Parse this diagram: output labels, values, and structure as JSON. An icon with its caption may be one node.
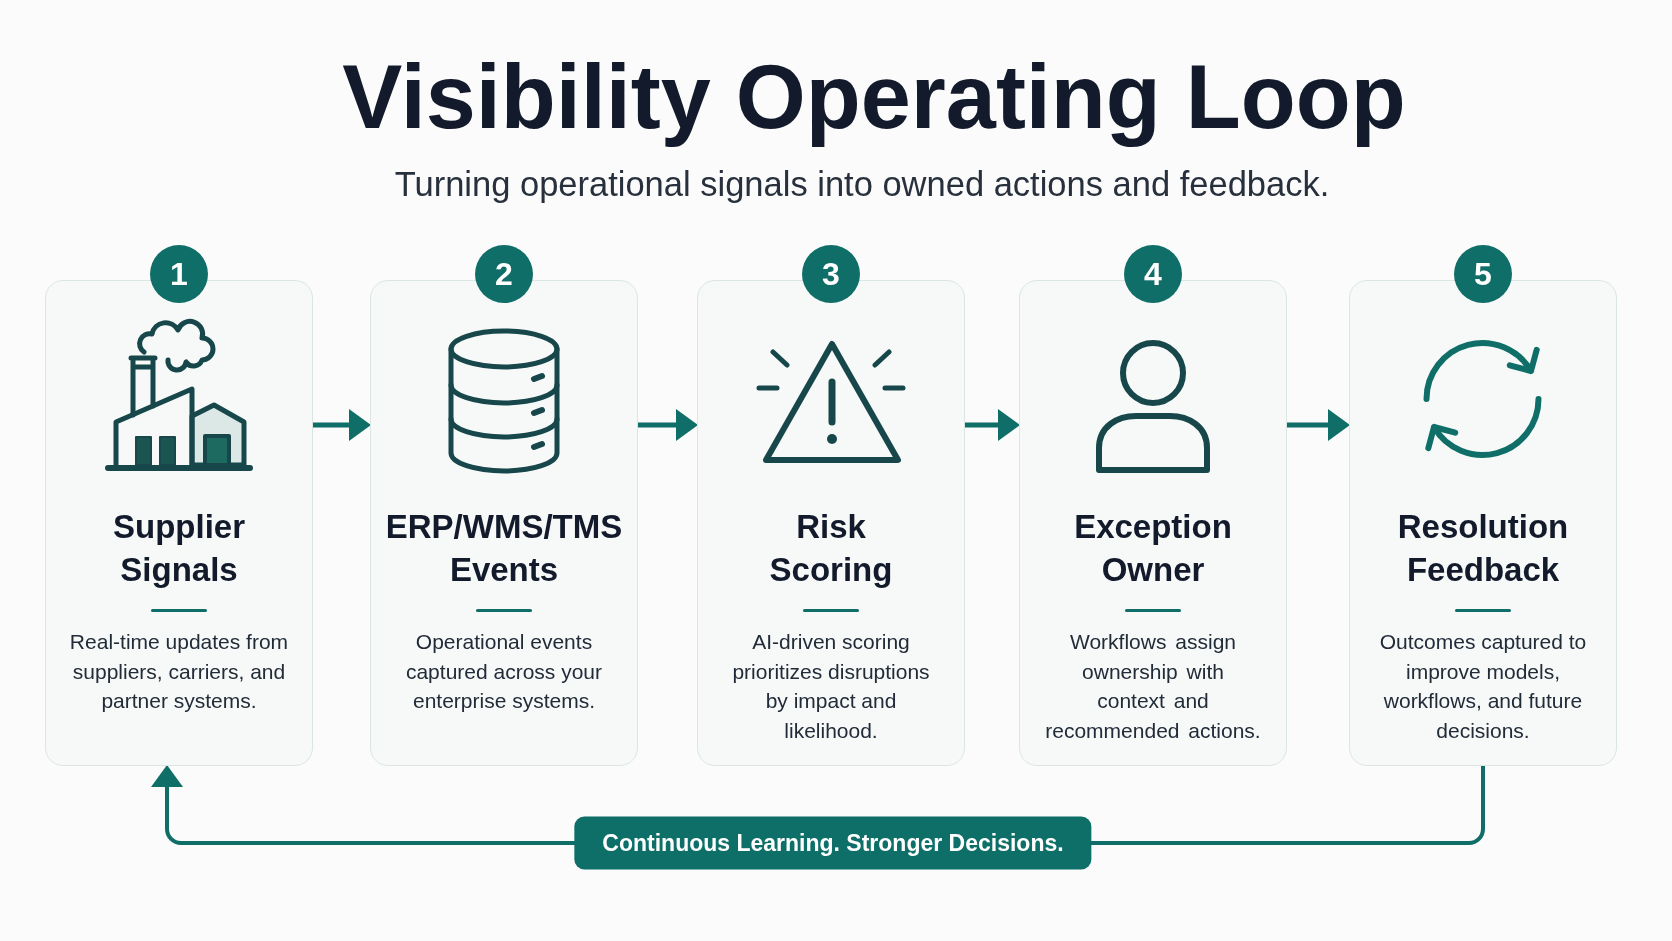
{
  "diagram": {
    "title": "Visibility Operating Loop",
    "nodes": [
      {
        "text": [
          "1"
        ]
      },
      {
        "text": [
          "Supplier Signals",
          "Real-time updates from suppliers, carriers, and partner systems."
        ]
      },
      {
        "text": [
          "2"
        ]
      },
      {
        "text": [
          "ERP/WMS/TMS Events",
          "Operational events captured across your enterprise systems."
        ]
      },
      {
        "text": [
          "3"
        ]
      },
      {
        "text": [
          "Risk Scoring",
          "AI-driven scoring prioritizes disruptions by impact and likelihood."
        ]
      },
      {
        "text": [
          "4"
        ]
      },
      {
        "text": [
          "Exception Owner",
          "Workflows assign ownership with context and recommended actions."
        ]
      },
      {
        "text": [
          "5"
        ]
      },
      {
        "text": [
          "Resolution Feedback",
          "Outcomes captured to improve models, workflows, and future decisions."
        ]
      }
    ],
    "edges": [
      {
        "from": 1,
        "to": 3,
        "arrow": "to"
      },
      {
        "from": 3,
        "to": 5,
        "arrow": "to"
      },
      {
        "from": 5,
        "to": 7,
        "arrow": "to"
      },
      {
        "from": 7,
        "to": 9,
        "arrow": "to"
      },
      {
        "from": 9,
        "to": 1,
        "arrow": "to",
        "label": "Continuous Learning. Stronger Decisions."
      }
    ],
    "labels": [
      "Turning operational signals into owned actions and feedback."
    ]
  }
}
